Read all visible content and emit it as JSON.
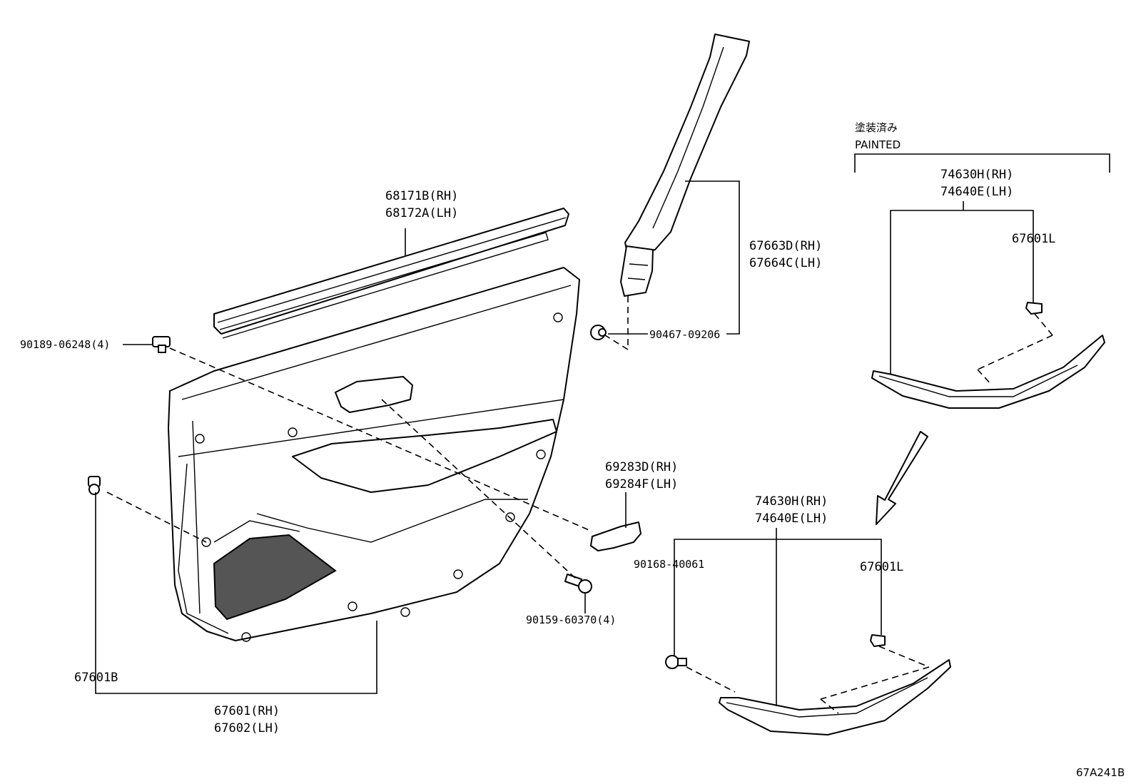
{
  "diagram": {
    "code": "67A241B",
    "painted_note": {
      "jp": "塗装済み",
      "en": "PAINTED"
    },
    "labels": {
      "weatherstrip": [
        "68171B(RH)",
        "68172A(LH)"
      ],
      "pillar_garnish": [
        "67663D(RH)",
        "67664C(LH)"
      ],
      "pillar_clip": "90467-09206",
      "trim_clip": "90189-06248(4)",
      "board_clip": "67601B",
      "door_trim_board": [
        "67601(RH)",
        "67602(LH)"
      ],
      "handle_cover": [
        "69283D(RH)",
        "69284F(LH)"
      ],
      "screw": "90159-60370(4)",
      "ornament_painted": [
        "74630H(RH)",
        "74640E(LH)"
      ],
      "ornament_clip_painted": "67601L",
      "ornament": [
        "74630H(RH)",
        "74640E(LH)"
      ],
      "ornament_clip": "67601L",
      "ornament_screw": "90168-40061"
    }
  }
}
